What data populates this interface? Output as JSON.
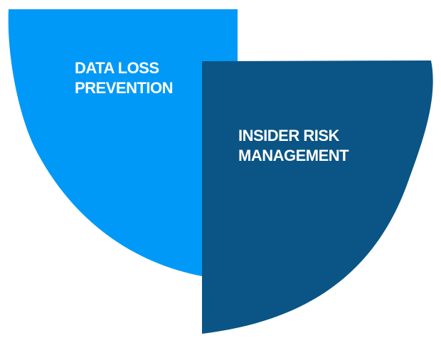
{
  "canvas": {
    "background": "#ffffff"
  },
  "diagram": {
    "type": "overlapping-petal-diagram",
    "shapes": [
      {
        "id": "dlp",
        "label_line1": "DATA LOSS",
        "label_line2": "PREVENTION",
        "fill": "#0199F7",
        "text_color": "#FFFFFF"
      },
      {
        "id": "irm",
        "label_line1": "INSIDER RISK",
        "label_line2": "MANAGEMENT",
        "fill": "#0A5586",
        "text_color": "#FFFFFF"
      }
    ]
  }
}
